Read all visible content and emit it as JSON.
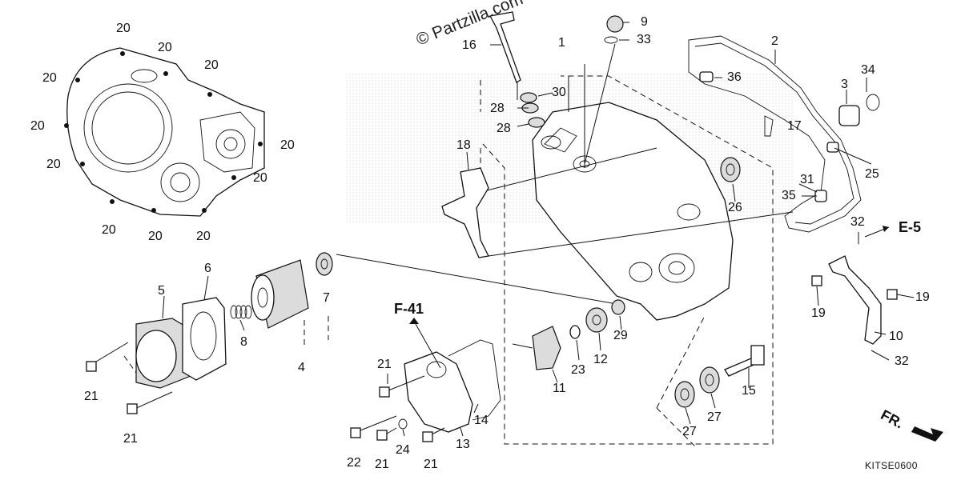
{
  "watermark": "© Partzilla.com",
  "diagram_code": "KITSE0600",
  "refs": {
    "e5": "E-5",
    "f41": "F-41",
    "fr": "FR."
  },
  "labels": {
    "l1": "1",
    "l2": "2",
    "l3": "3",
    "l4": "4",
    "l5": "5",
    "l6": "6",
    "l7": "7",
    "l8": "8",
    "l9": "9",
    "l10": "10",
    "l11": "11",
    "l12": "12",
    "l13": "13",
    "l14": "14",
    "l15": "15",
    "l16": "16",
    "l17": "17",
    "l18": "18",
    "l19": "19",
    "l20": "20",
    "l21": "21",
    "l22": "22",
    "l23": "23",
    "l24": "24",
    "l25": "25",
    "l26": "26",
    "l27": "27",
    "l28": "28",
    "l29": "29",
    "l30": "30",
    "l31": "31",
    "l32": "32",
    "l33": "33",
    "l34": "34",
    "l35": "35",
    "l36": "36"
  }
}
